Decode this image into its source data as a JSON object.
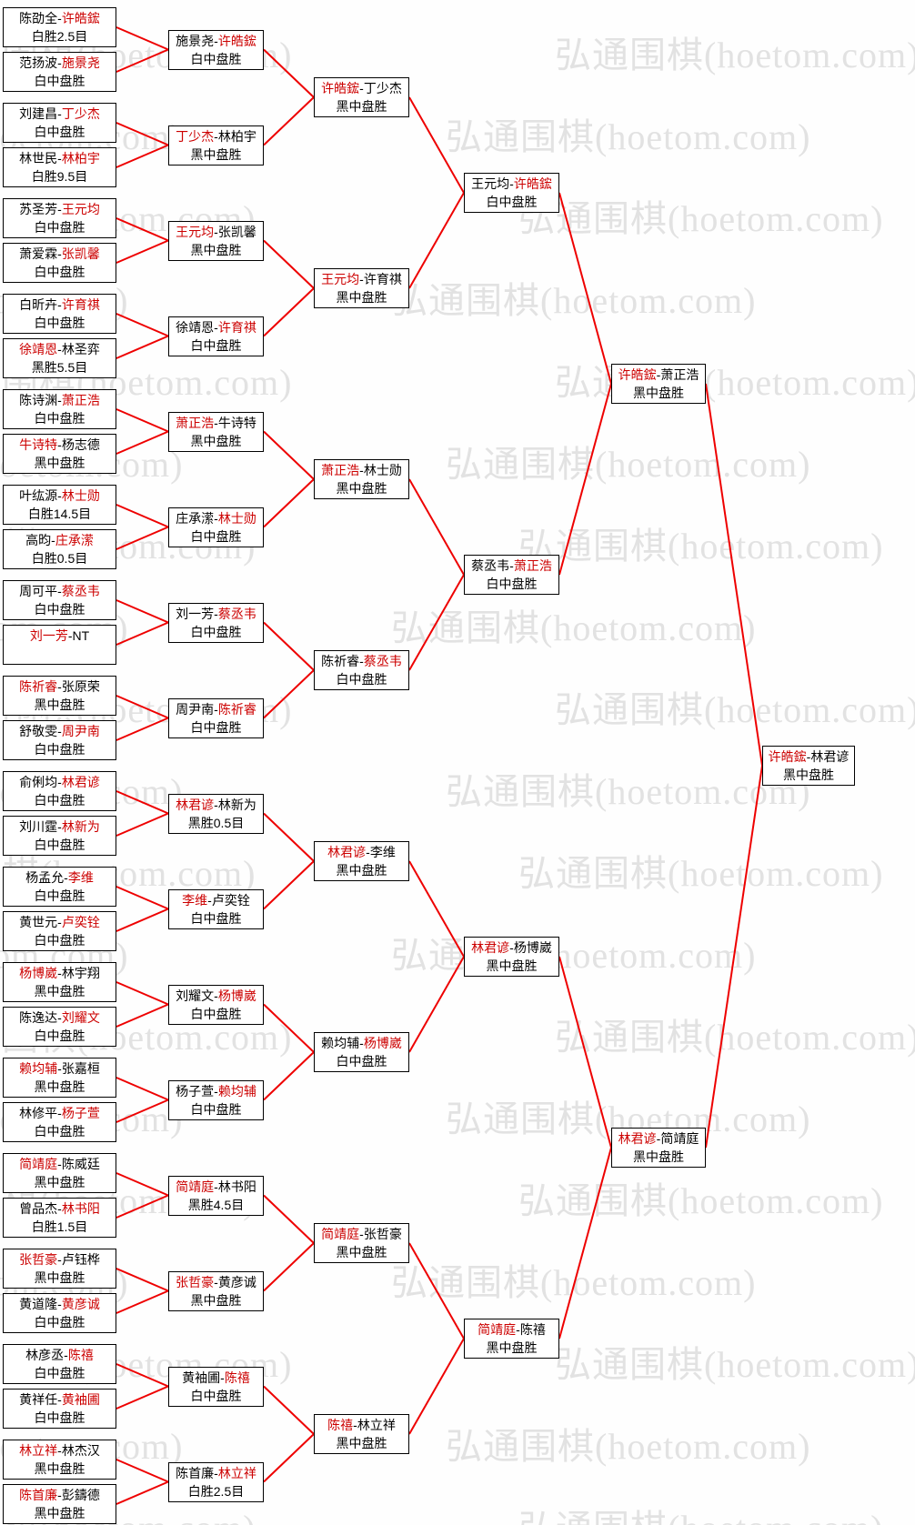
{
  "watermark": {
    "text": "弘通围棋(hoetom.com)"
  },
  "colors": {
    "winner_name": "#cc0000",
    "connector": "#ee0000",
    "box_border": "#000000",
    "box_background": "#ffffff",
    "watermark": "#e2e2e2",
    "page_background": "#fefefe"
  },
  "bracket": {
    "separator": "-",
    "rounds": [
      {
        "matches": [
          {
            "p1": "陈劭全",
            "p2": "许皓鋐",
            "winner": 2,
            "result": "白胜2.5目"
          },
          {
            "p1": "范扬波",
            "p2": "施景尧",
            "winner": 2,
            "result": "白中盘胜"
          },
          {
            "p1": "刘建昌",
            "p2": "丁少杰",
            "winner": 2,
            "result": "白中盘胜"
          },
          {
            "p1": "林世民",
            "p2": "林柏宇",
            "winner": 2,
            "result": "白胜9.5目"
          },
          {
            "p1": "苏圣芳",
            "p2": "王元均",
            "winner": 2,
            "result": "白中盘胜"
          },
          {
            "p1": "萧爱霖",
            "p2": "张凯馨",
            "winner": 2,
            "result": "白中盘胜"
          },
          {
            "p1": "白昕卉",
            "p2": "许育祺",
            "winner": 2,
            "result": "白中盘胜"
          },
          {
            "p1": "徐靖恩",
            "p2": "林圣弈",
            "winner": 1,
            "result": "黑胜5.5目"
          },
          {
            "p1": "陈诗渊",
            "p2": "萧正浩",
            "winner": 2,
            "result": "白中盘胜"
          },
          {
            "p1": "牛诗特",
            "p2": "杨志德",
            "winner": 1,
            "result": "黑中盘胜"
          },
          {
            "p1": "叶纮源",
            "p2": "林士勋",
            "winner": 2,
            "result": "白胜14.5目"
          },
          {
            "p1": "高昀",
            "p2": "庄承潆",
            "winner": 2,
            "result": "白胜0.5目"
          },
          {
            "p1": "周可平",
            "p2": "蔡丞韦",
            "winner": 2,
            "result": "白中盘胜"
          },
          {
            "p1": "刘一芳",
            "p2": "NT",
            "winner": 1,
            "result": ""
          },
          {
            "p1": "陈祈睿",
            "p2": "张原荣",
            "winner": 1,
            "result": "黑中盘胜"
          },
          {
            "p1": "舒敬雯",
            "p2": "周尹南",
            "winner": 2,
            "result": "白中盘胜"
          },
          {
            "p1": "俞俐均",
            "p2": "林君谚",
            "winner": 2,
            "result": "白中盘胜"
          },
          {
            "p1": "刘川霆",
            "p2": "林新为",
            "winner": 2,
            "result": "白中盘胜"
          },
          {
            "p1": "杨孟允",
            "p2": "李维",
            "winner": 2,
            "result": "白中盘胜"
          },
          {
            "p1": "黄世元",
            "p2": "卢奕铨",
            "winner": 2,
            "result": "白中盘胜"
          },
          {
            "p1": "杨博崴",
            "p2": "林宇翔",
            "winner": 1,
            "result": "黑中盘胜"
          },
          {
            "p1": "陈逸达",
            "p2": "刘耀文",
            "winner": 2,
            "result": "白中盘胜"
          },
          {
            "p1": "赖均辅",
            "p2": "张嘉桓",
            "winner": 1,
            "result": "黑中盘胜"
          },
          {
            "p1": "林修平",
            "p2": "杨子萱",
            "winner": 2,
            "result": "白中盘胜"
          },
          {
            "p1": "简靖庭",
            "p2": "陈威廷",
            "winner": 1,
            "result": "黑中盘胜"
          },
          {
            "p1": "曾品杰",
            "p2": "林书阳",
            "winner": 2,
            "result": "白胜1.5目"
          },
          {
            "p1": "张哲豪",
            "p2": "卢钰桦",
            "winner": 1,
            "result": "黑中盘胜"
          },
          {
            "p1": "黄道隆",
            "p2": "黄彦诚",
            "winner": 2,
            "result": "白中盘胜"
          },
          {
            "p1": "林彦丞",
            "p2": "陈禧",
            "winner": 2,
            "result": "白中盘胜"
          },
          {
            "p1": "黄祥任",
            "p2": "黄袖圃",
            "winner": 2,
            "result": "白中盘胜"
          },
          {
            "p1": "林立祥",
            "p2": "林杰汉",
            "winner": 1,
            "result": "黑中盘胜"
          },
          {
            "p1": "陈首廉",
            "p2": "彭鑄德",
            "winner": 1,
            "result": "黑中盘胜"
          }
        ]
      },
      {
        "matches": [
          {
            "p1": "施景尧",
            "p2": "许皓鋐",
            "winner": 2,
            "result": "白中盘胜"
          },
          {
            "p1": "丁少杰",
            "p2": "林柏宇",
            "winner": 1,
            "result": "黑中盘胜"
          },
          {
            "p1": "王元均",
            "p2": "张凯馨",
            "winner": 1,
            "result": "黑中盘胜"
          },
          {
            "p1": "徐靖恩",
            "p2": "许育祺",
            "winner": 2,
            "result": "白中盘胜"
          },
          {
            "p1": "萧正浩",
            "p2": "牛诗特",
            "winner": 1,
            "result": "黑中盘胜"
          },
          {
            "p1": "庄承潆",
            "p2": "林士勋",
            "winner": 2,
            "result": "白中盘胜"
          },
          {
            "p1": "刘一芳",
            "p2": "蔡丞韦",
            "winner": 2,
            "result": "白中盘胜"
          },
          {
            "p1": "周尹南",
            "p2": "陈祈睿",
            "winner": 2,
            "result": "白中盘胜"
          },
          {
            "p1": "林君谚",
            "p2": "林新为",
            "winner": 1,
            "result": "黑胜0.5目"
          },
          {
            "p1": "李维",
            "p2": "卢奕铨",
            "winner": 1,
            "result": "白中盘胜"
          },
          {
            "p1": "刘耀文",
            "p2": "杨博崴",
            "winner": 2,
            "result": "白中盘胜"
          },
          {
            "p1": "杨子萱",
            "p2": "赖均辅",
            "winner": 2,
            "result": "白中盘胜"
          },
          {
            "p1": "简靖庭",
            "p2": "林书阳",
            "winner": 1,
            "result": "黑胜4.5目"
          },
          {
            "p1": "张哲豪",
            "p2": "黄彦诚",
            "winner": 1,
            "result": "黑中盘胜"
          },
          {
            "p1": "黄袖圃",
            "p2": "陈禧",
            "winner": 2,
            "result": "白中盘胜"
          },
          {
            "p1": "陈首廉",
            "p2": "林立祥",
            "winner": 2,
            "result": "白胜2.5目"
          }
        ]
      },
      {
        "matches": [
          {
            "p1": "许皓鋐",
            "p2": "丁少杰",
            "winner": 1,
            "result": "黑中盘胜"
          },
          {
            "p1": "王元均",
            "p2": "许育祺",
            "winner": 1,
            "result": "黑中盘胜"
          },
          {
            "p1": "萧正浩",
            "p2": "林士勋",
            "winner": 1,
            "result": "黑中盘胜"
          },
          {
            "p1": "陈祈睿",
            "p2": "蔡丞韦",
            "winner": 2,
            "result": "白中盘胜"
          },
          {
            "p1": "林君谚",
            "p2": "李维",
            "winner": 1,
            "result": "黑中盘胜"
          },
          {
            "p1": "赖均辅",
            "p2": "杨博崴",
            "winner": 2,
            "result": "白中盘胜"
          },
          {
            "p1": "简靖庭",
            "p2": "张哲豪",
            "winner": 1,
            "result": "黑中盘胜"
          },
          {
            "p1": "陈禧",
            "p2": "林立祥",
            "winner": 1,
            "result": "黑中盘胜"
          }
        ]
      },
      {
        "matches": [
          {
            "p1": "王元均",
            "p2": "许皓鋐",
            "winner": 2,
            "result": "白中盘胜"
          },
          {
            "p1": "蔡丞韦",
            "p2": "萧正浩",
            "winner": 2,
            "result": "白中盘胜"
          },
          {
            "p1": "林君谚",
            "p2": "杨博崴",
            "winner": 1,
            "result": "黑中盘胜"
          },
          {
            "p1": "简靖庭",
            "p2": "陈禧",
            "winner": 1,
            "result": "黑中盘胜"
          }
        ]
      },
      {
        "matches": [
          {
            "p1": "许皓鋐",
            "p2": "萧正浩",
            "winner": 1,
            "result": "黑中盘胜"
          },
          {
            "p1": "林君谚",
            "p2": "简靖庭",
            "winner": 1,
            "result": "黑中盘胜"
          }
        ]
      },
      {
        "matches": [
          {
            "p1": "许皓鋐",
            "p2": "林君谚",
            "winner": 1,
            "result": "黑中盘胜"
          }
        ]
      }
    ]
  }
}
